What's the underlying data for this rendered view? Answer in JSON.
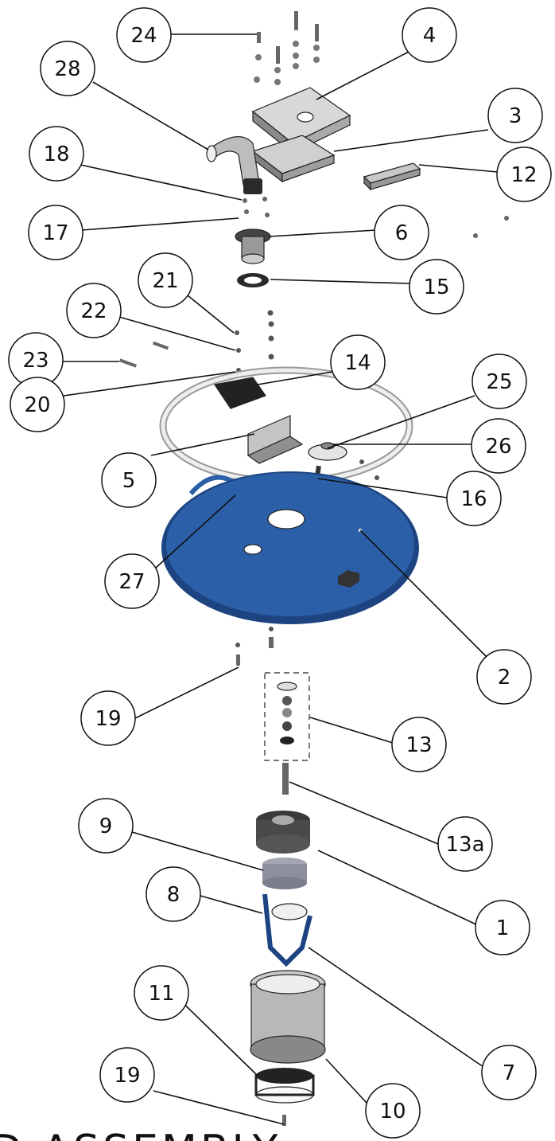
{
  "callouts": [
    {
      "id": "b24",
      "label": "24"
    },
    {
      "id": "b4",
      "label": "4"
    },
    {
      "id": "b28",
      "label": "28"
    },
    {
      "id": "b3",
      "label": "3"
    },
    {
      "id": "b18",
      "label": "18"
    },
    {
      "id": "b12",
      "label": "12"
    },
    {
      "id": "b17",
      "label": "17"
    },
    {
      "id": "b6",
      "label": "6"
    },
    {
      "id": "b15",
      "label": "15"
    },
    {
      "id": "b21",
      "label": "21"
    },
    {
      "id": "b22",
      "label": "22"
    },
    {
      "id": "b23",
      "label": "23"
    },
    {
      "id": "b14",
      "label": "14"
    },
    {
      "id": "b25",
      "label": "25"
    },
    {
      "id": "b20",
      "label": "20"
    },
    {
      "id": "b26",
      "label": "26"
    },
    {
      "id": "b5",
      "label": "5"
    },
    {
      "id": "b16",
      "label": "16"
    },
    {
      "id": "b27",
      "label": "27"
    },
    {
      "id": "b2",
      "label": "2"
    },
    {
      "id": "b19a",
      "label": "19"
    },
    {
      "id": "b13",
      "label": "13"
    },
    {
      "id": "b13a",
      "label": "13a"
    },
    {
      "id": "b9",
      "label": "9"
    },
    {
      "id": "b8",
      "label": "8"
    },
    {
      "id": "b1",
      "label": "1"
    },
    {
      "id": "b11",
      "label": "11"
    },
    {
      "id": "b7",
      "label": "7"
    },
    {
      "id": "b19b",
      "label": "19"
    },
    {
      "id": "b10",
      "label": "10"
    }
  ],
  "title": "D ASSEMBLY",
  "colors": {
    "lid_blue": "#2b5fa8",
    "lid_blue_dark": "#1d4480",
    "metal_light": "#d9d9d9",
    "metal_mid": "#a9a9a9",
    "metal_dark": "#555555",
    "part_black": "#2a2a2a",
    "filter_gray": "#8c8f9e"
  }
}
